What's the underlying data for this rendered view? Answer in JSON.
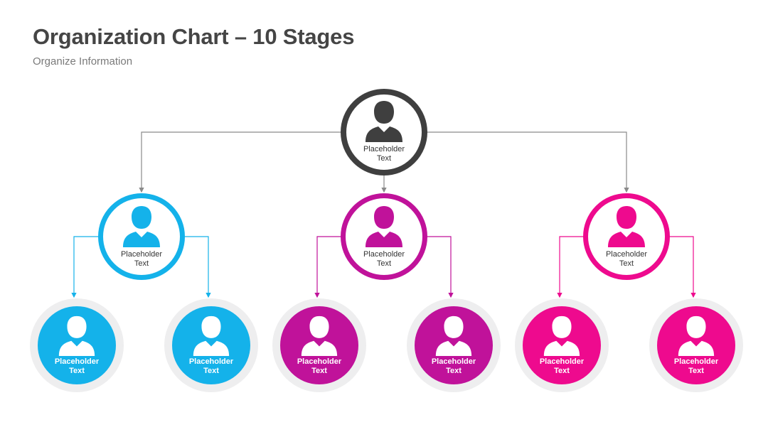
{
  "header": {
    "title": "Organization Chart – 10 Stages",
    "subtitle": "Organize Information"
  },
  "colors": {
    "root": "#3f3f3f",
    "blue": "#14b2ea",
    "purple": "#c0129a",
    "pink": "#ee0a8e",
    "connector_gray": "#8a8a8a",
    "outer_halo": "#eeeeef"
  },
  "root": {
    "icon": "person-icon",
    "label_line1": "Placeholder",
    "label_line2": "Text"
  },
  "branches": [
    {
      "color": "blue",
      "manager": {
        "icon": "person-icon",
        "label_line1": "Placeholder",
        "label_line2": "Text"
      },
      "members": [
        {
          "icon": "person-icon",
          "label_line1": "Placeholder",
          "label_line2": "Text"
        },
        {
          "icon": "person-icon",
          "label_line1": "Placeholder",
          "label_line2": "Text"
        }
      ]
    },
    {
      "color": "purple",
      "manager": {
        "icon": "person-icon",
        "label_line1": "Placeholder",
        "label_line2": "Text"
      },
      "members": [
        {
          "icon": "person-icon",
          "label_line1": "Placeholder",
          "label_line2": "Text"
        },
        {
          "icon": "person-icon",
          "label_line1": "Placeholder",
          "label_line2": "Text"
        }
      ]
    },
    {
      "color": "pink",
      "manager": {
        "icon": "person-icon",
        "label_line1": "Placeholder",
        "label_line2": "Text"
      },
      "members": [
        {
          "icon": "person-icon",
          "label_line1": "Placeholder",
          "label_line2": "Text"
        },
        {
          "icon": "person-icon",
          "label_line1": "Placeholder",
          "label_line2": "Text"
        }
      ]
    }
  ]
}
